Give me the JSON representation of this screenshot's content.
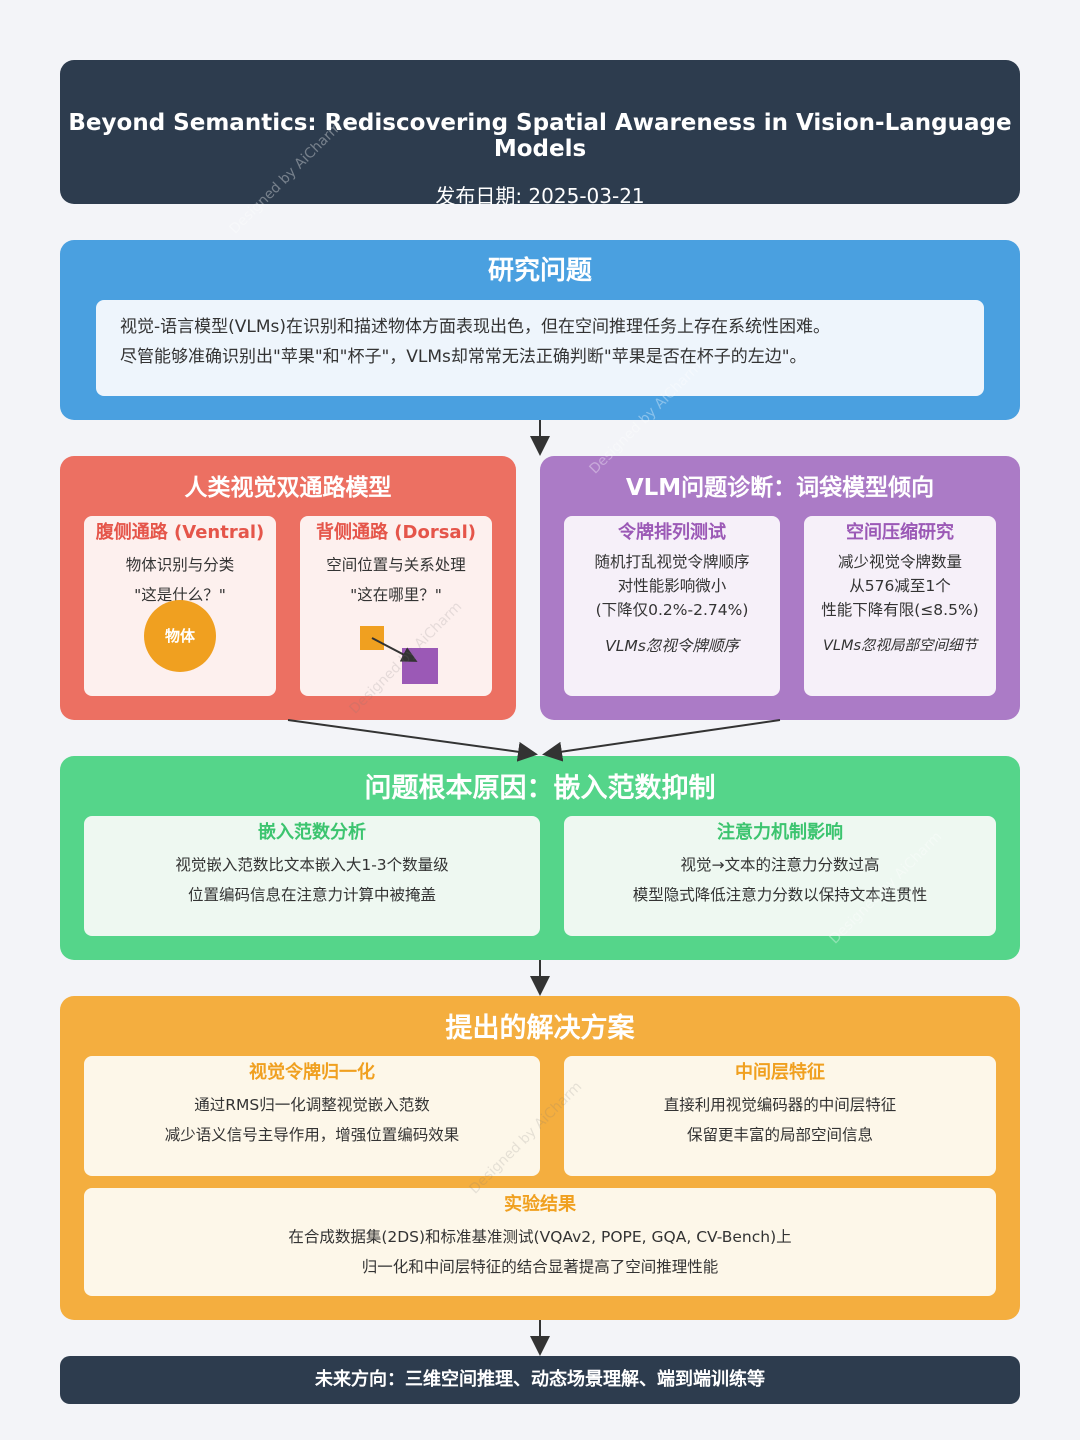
{
  "header": {
    "title": "Beyond Semantics: Rediscovering Spatial Awareness in Vision-Language Models",
    "date": "发布日期: 2025-03-21"
  },
  "problem": {
    "title": "研究问题",
    "line1": "视觉-语言模型(VLMs)在识别和描述物体方面表现出色，但在空间推理任务上存在系统性困难。",
    "line2": "尽管能够准确识别出\"苹果\"和\"杯子\"，VLMs却常常无法正确判断\"苹果是否在杯子的左边\"。"
  },
  "human": {
    "title": "人类视觉双通路模型",
    "ventral": {
      "title": "腹侧通路 (Ventral)",
      "desc": "物体识别与分类",
      "quote": "\"这是什么？\"",
      "object_label": "物体"
    },
    "dorsal": {
      "title": "背侧通路 (Dorsal)",
      "desc": "空间位置与关系处理",
      "quote": "\"这在哪里？\""
    }
  },
  "vlm": {
    "title": "VLM问题诊断：词袋模型倾向",
    "shuffle": {
      "title": "令牌排列测试",
      "l1": "随机打乱视觉令牌顺序",
      "l2": "对性能影响微小",
      "l3": "(下降仅0.2%-2.74%)",
      "note": "VLMs忽视令牌顺序"
    },
    "compress": {
      "title": "空间压缩研究",
      "l1": "减少视觉令牌数量",
      "l2": "从576减至1个",
      "l3": "性能下降有限(≤8.5%)",
      "note": "VLMs忽视局部空间细节"
    }
  },
  "root": {
    "title": "问题根本原因：嵌入范数抑制",
    "norm": {
      "title": "嵌入范数分析",
      "l1": "视觉嵌入范数比文本嵌入大1-3个数量级",
      "l2": "位置编码信息在注意力计算中被掩盖"
    },
    "attention": {
      "title": "注意力机制影响",
      "l1": "视觉→文本的注意力分数过高",
      "l2": "模型隐式降低注意力分数以保持文本连贯性"
    }
  },
  "solution": {
    "title": "提出的解决方案",
    "normalize": {
      "title": "视觉令牌归一化",
      "l1": "通过RMS归一化调整视觉嵌入范数",
      "l2": "减少语义信号主导作用，增强位置编码效果"
    },
    "middle": {
      "title": "中间层特征",
      "l1": "直接利用视觉编码器的中间层特征",
      "l2": "保留更丰富的局部空间信息"
    },
    "results": {
      "title": "实验结果",
      "l1": "在合成数据集(2DS)和标准基准测试(VQAv2, POPE, GQA, CV-Bench)上",
      "l2": "归一化和中间层特征的结合显著提高了空间推理性能"
    }
  },
  "footer": {
    "text": "未来方向：三维空间推理、动态场景理解、端到端训练等"
  },
  "watermark": "Designed by AiCharm",
  "colors": {
    "header": "#2d3c4e",
    "problem": "#4aa0e0",
    "human": "#ec7062",
    "vlm": "#ab7bc6",
    "root": "#55d58a",
    "solution": "#f4ae3f",
    "human_accent": "#e5554a",
    "vlm_accent": "#9b59b6",
    "root_accent": "#3cc46f",
    "solution_accent": "#f0a020"
  }
}
